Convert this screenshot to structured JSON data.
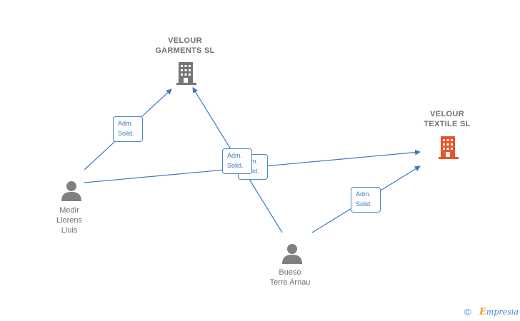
{
  "companies": [
    {
      "id": "velour-garments",
      "label": "VELOUR\nGARMENTS  SL",
      "color": "#757575"
    },
    {
      "id": "velour-textile",
      "label": "VELOUR\nTEXTILE  SL",
      "color": "#e8542c"
    }
  ],
  "people": [
    {
      "id": "medir",
      "label": "Medir\nLlorens\nLluis"
    },
    {
      "id": "bueso",
      "label": "Bueso\nTerre Arnau"
    }
  ],
  "relations": [
    {
      "from": "medir",
      "to": "velour-garments",
      "label": "Adm.\nSolid."
    },
    {
      "from": "medir",
      "to": "velour-textile",
      "label": "Adm.\nSolid."
    },
    {
      "from": "bueso",
      "to": "velour-garments",
      "label": "Adm.\nSolid."
    },
    {
      "from": "bueso",
      "to": "velour-textile",
      "label": "Adm.\nSolid."
    }
  ],
  "colors": {
    "edge": "#3a78c8",
    "person_icon": "#808080"
  },
  "footer": {
    "copyright": "©",
    "brand_initial": "E",
    "brand_rest": "mpresia"
  }
}
